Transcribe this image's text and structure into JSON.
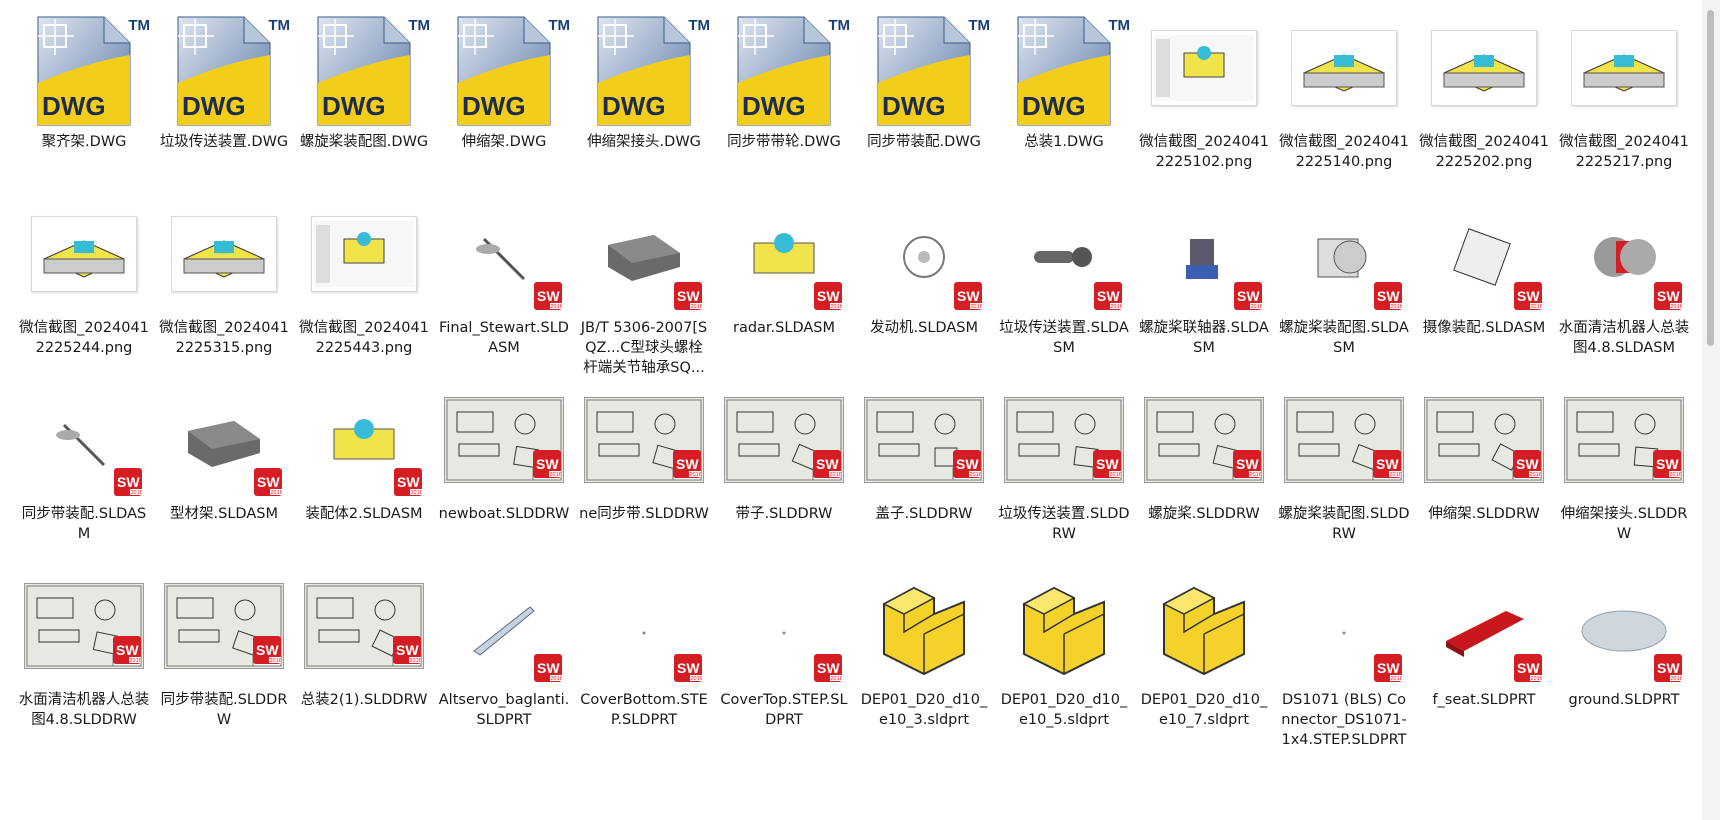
{
  "files": [
    {
      "name": "聚齐架.DWG",
      "kind": "dwg"
    },
    {
      "name": "垃圾传送装置.DWG",
      "kind": "dwg"
    },
    {
      "name": "螺旋桨装配图.DWG",
      "kind": "dwg"
    },
    {
      "name": "伸缩架.DWG",
      "kind": "dwg"
    },
    {
      "name": "伸缩架接头.DWG",
      "kind": "dwg"
    },
    {
      "name": "同步带带轮.DWG",
      "kind": "dwg"
    },
    {
      "name": "同步带装配.DWG",
      "kind": "dwg"
    },
    {
      "name": "总装1.DWG",
      "kind": "dwg"
    },
    {
      "name": "微信截图_20240412225102.png",
      "kind": "screenshot"
    },
    {
      "name": "微信截图_20240412225140.png",
      "kind": "render"
    },
    {
      "name": "微信截图_20240412225202.png",
      "kind": "render"
    },
    {
      "name": "微信截图_20240412225217.png",
      "kind": "render"
    },
    {
      "name": "微信截图_20240412225244.png",
      "kind": "render"
    },
    {
      "name": "微信截图_20240412225315.png",
      "kind": "render"
    },
    {
      "name": "微信截图_20240412225443.png",
      "kind": "screenshot"
    },
    {
      "name": "Final_Stewart.SLDASM",
      "kind": "sw-part"
    },
    {
      "name": "JB/T 5306-2007[SQZ...C型球头螺栓杆端关节轴承SQ...",
      "kind": "sw-part"
    },
    {
      "name": "radar.SLDASM",
      "kind": "sw-part"
    },
    {
      "name": "发动机.SLDASM",
      "kind": "sw-part"
    },
    {
      "name": "垃圾传送装置.SLDASM",
      "kind": "sw-part"
    },
    {
      "name": "螺旋桨联轴器.SLDASM",
      "kind": "sw-part"
    },
    {
      "name": "螺旋桨装配图.SLDASM",
      "kind": "sw-part"
    },
    {
      "name": "摄像装配.SLDASM",
      "kind": "sw-part"
    },
    {
      "name": "水面清洁机器人总装图4.8.SLDASM",
      "kind": "sw-part"
    },
    {
      "name": "同步带装配.SLDASM",
      "kind": "sw-part"
    },
    {
      "name": "型材架.SLDASM",
      "kind": "sw-part"
    },
    {
      "name": "装配体2.SLDASM",
      "kind": "sw-part"
    },
    {
      "name": "newboat.SLDDRW",
      "kind": "sw-drw"
    },
    {
      "name": "ne同步带.SLDDRW",
      "kind": "sw-drw"
    },
    {
      "name": "带子.SLDDRW",
      "kind": "sw-drw"
    },
    {
      "name": "盖子.SLDDRW",
      "kind": "sw-drw"
    },
    {
      "name": "垃圾传送装置.SLDDRW",
      "kind": "sw-drw"
    },
    {
      "name": "螺旋桨.SLDDRW",
      "kind": "sw-drw"
    },
    {
      "name": "螺旋桨装配图.SLDDRW",
      "kind": "sw-drw"
    },
    {
      "name": "伸缩架.SLDDRW",
      "kind": "sw-drw"
    },
    {
      "name": "伸缩架接头.SLDDRW",
      "kind": "sw-drw"
    },
    {
      "name": "水面清洁机器人总装图4.8.SLDDRW",
      "kind": "sw-drw"
    },
    {
      "name": "同步带装配.SLDDRW",
      "kind": "sw-drw"
    },
    {
      "name": "总装2(1).SLDDRW",
      "kind": "sw-drw"
    },
    {
      "name": "Altservo_baglanti.SLDPRT",
      "kind": "sw-part"
    },
    {
      "name": "CoverBottom.STEP.SLDPRT",
      "kind": "sw-part"
    },
    {
      "name": "CoverTop.STEP.SLDPRT",
      "kind": "sw-part"
    },
    {
      "name": "DEP01_D20_d10_e10_3.sldprt",
      "kind": "lblock"
    },
    {
      "name": "DEP01_D20_d10_e10_5.sldprt",
      "kind": "lblock"
    },
    {
      "name": "DEP01_D20_d10_e10_7.sldprt",
      "kind": "lblock"
    },
    {
      "name": "DS1071 (BLS) Connector_DS1071-1x4.STEP.SLDPRT",
      "kind": "sw-part"
    },
    {
      "name": "f_seat.SLDPRT",
      "kind": "sw-part"
    },
    {
      "name": "ground.SLDPRT",
      "kind": "sw-part"
    }
  ],
  "icons": {
    "dwg": "dwg-file-icon",
    "sw": "solidworks-badge-icon",
    "accent": "#d41e24",
    "folder_yellow": "#f2cd1a"
  },
  "scroll": {
    "position_fraction": 0.02,
    "visible_fraction": 0.42
  }
}
